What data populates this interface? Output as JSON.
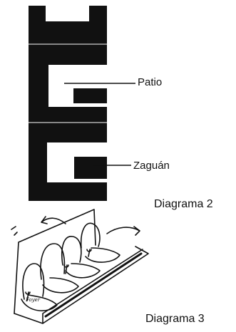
{
  "labels": {
    "patio": "Patio",
    "zaguan": "Zaguán",
    "diagram2": "Diagrama 2",
    "diagram3": "Diagrama 3"
  },
  "sketch_note": "Foyer",
  "colors": {
    "ink": "#111111",
    "paper": "#ffffff"
  }
}
